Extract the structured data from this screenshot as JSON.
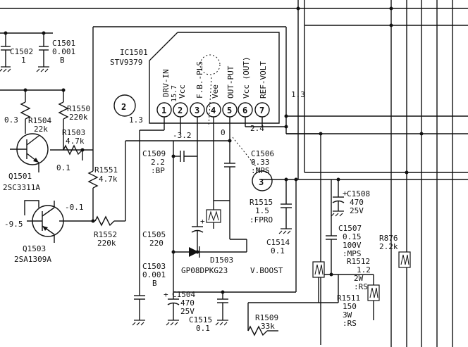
{
  "ic": {
    "ref": "IC1501",
    "part": "STV9379",
    "pins": [
      "1",
      "2",
      "3",
      "4",
      "5",
      "6",
      "7"
    ],
    "pin_names": [
      "DRV-IN",
      "Vcc",
      "F.B.-PLS",
      "Vee",
      "OUT-PUT",
      "Vcc (OUT)",
      "REF-VOLT"
    ],
    "pin1_volt": "15.7"
  },
  "markers": {
    "m2": "2",
    "m3": "3"
  },
  "voltages": {
    "v_a": "0.3",
    "v_b": "0.1",
    "v_c": "-0.1",
    "v_d": "-9.5",
    "v_e": "-3.2",
    "v_f": "0",
    "v_g": "1.3",
    "v_h": "1.3",
    "v_i": "2.4"
  },
  "components": {
    "C1502": {
      "ref": "C1502",
      "val": "1"
    },
    "C1501": {
      "ref": "C1501",
      "val": "0.001",
      "type": "B"
    },
    "R1504": {
      "ref": "R1504",
      "val": "22k"
    },
    "R1550": {
      "ref": "R1550",
      "val": "220k"
    },
    "R1503": {
      "ref": "R1503",
      "val": "4.7k"
    },
    "Q1501": {
      "ref": "Q1501",
      "part": "2SC3311A"
    },
    "R1551": {
      "ref": "R1551",
      "val": "4.7k"
    },
    "Q1503": {
      "ref": "Q1503",
      "part": "2SA1309A"
    },
    "R1552": {
      "ref": "R1552",
      "val": "220k"
    },
    "C1509": {
      "ref": "C1509",
      "val": "2.2",
      "type": ":BP"
    },
    "C1506": {
      "ref": "C1506",
      "val": "0.33",
      "type": ":MPS"
    },
    "R1515": {
      "ref": "R1515",
      "val": "1.5",
      "type": ":FPRO"
    },
    "C1505": {
      "ref": "C1505",
      "val": "220"
    },
    "C1514": {
      "ref": "C1514",
      "val": "0.1"
    },
    "D1503": {
      "ref": "D1503",
      "part": "GP08DPKG23",
      "note": "V.BOOST"
    },
    "C1503": {
      "ref": "C1503",
      "val": "0.001",
      "type": "B"
    },
    "C1504": {
      "ref": "C1504",
      "val": "470",
      "volt": "25V"
    },
    "C1515": {
      "ref": "C1515",
      "val": "0.1"
    },
    "R1509": {
      "ref": "R1509",
      "val": "33k"
    },
    "C1508": {
      "ref": "C1508",
      "val": "470",
      "volt": "25V"
    },
    "C1507": {
      "ref": "C1507",
      "val": "0.15",
      "volt": "100V",
      "type": ":MPS"
    },
    "R1512": {
      "ref": "R1512",
      "val": "1.2",
      "watt": "2W",
      "type": ":RS"
    },
    "R1511": {
      "ref": "R1511",
      "val": "150",
      "watt": "3W",
      "type": ":RS"
    },
    "R876": {
      "ref": "R876",
      "val": "2.2k"
    }
  }
}
